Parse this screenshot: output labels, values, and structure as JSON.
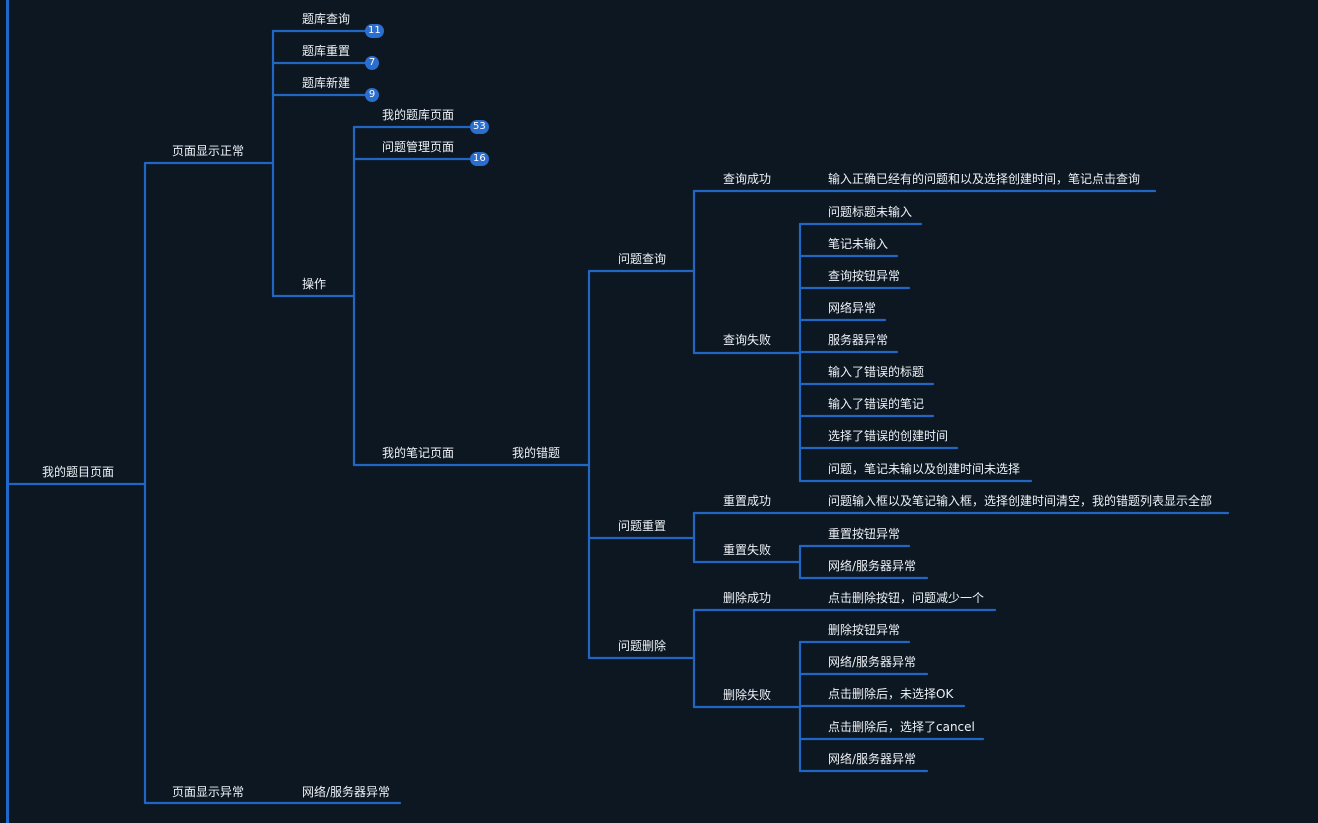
{
  "mindmap": {
    "root": "我的题目页面",
    "normal": {
      "label": "页面显示正常",
      "bank_query": "题库查询",
      "bank_query_count": "11",
      "bank_reset": "题库重置",
      "bank_reset_count": "7",
      "bank_new": "题库新建",
      "bank_new_count": "9",
      "operation": {
        "label": "操作",
        "my_bank_page": "我的题库页面",
        "my_bank_page_count": "53",
        "question_admin_page": "问题管理页面",
        "question_admin_page_count": "16",
        "notes_page": {
          "label": "我的笔记页面",
          "my_mistakes": {
            "label": "我的错题",
            "query": {
              "label": "问题查询",
              "success": "查询成功",
              "success_detail": "输入正确已经有的问题和以及选择创建时间，笔记点击查询",
              "failure": "查询失败",
              "failure_items": [
                "问题标题未输入",
                "笔记未输入",
                "查询按钮异常",
                "网络异常",
                "服务器异常",
                "输入了错误的标题",
                "输入了错误的笔记",
                "选择了错误的创建时间",
                "问题，笔记未输以及创建时间未选择"
              ]
            },
            "reset": {
              "label": "问题重置",
              "success": "重置成功",
              "success_detail": "问题输入框以及笔记输入框，选择创建时间清空，我的错题列表显示全部",
              "failure": "重置失败",
              "failure_items": [
                "重置按钮异常",
                "网络/服务器异常"
              ]
            },
            "delete": {
              "label": "问题删除",
              "success": "删除成功",
              "success_detail": "点击删除按钮，问题减少一个",
              "failure": "删除失败",
              "failure_items": [
                "删除按钮异常",
                "网络/服务器异常",
                "点击删除后，未选择OK",
                "点击删除后，选择了cancel",
                "网络/服务器异常"
              ]
            }
          }
        }
      }
    },
    "abnormal": {
      "label": "页面显示异常",
      "child": "网络/服务器异常"
    }
  },
  "colors": {
    "background": "#0c1722",
    "connector": "#2266c4",
    "badge": "#2a6fd0",
    "text": "#eef2f6"
  }
}
